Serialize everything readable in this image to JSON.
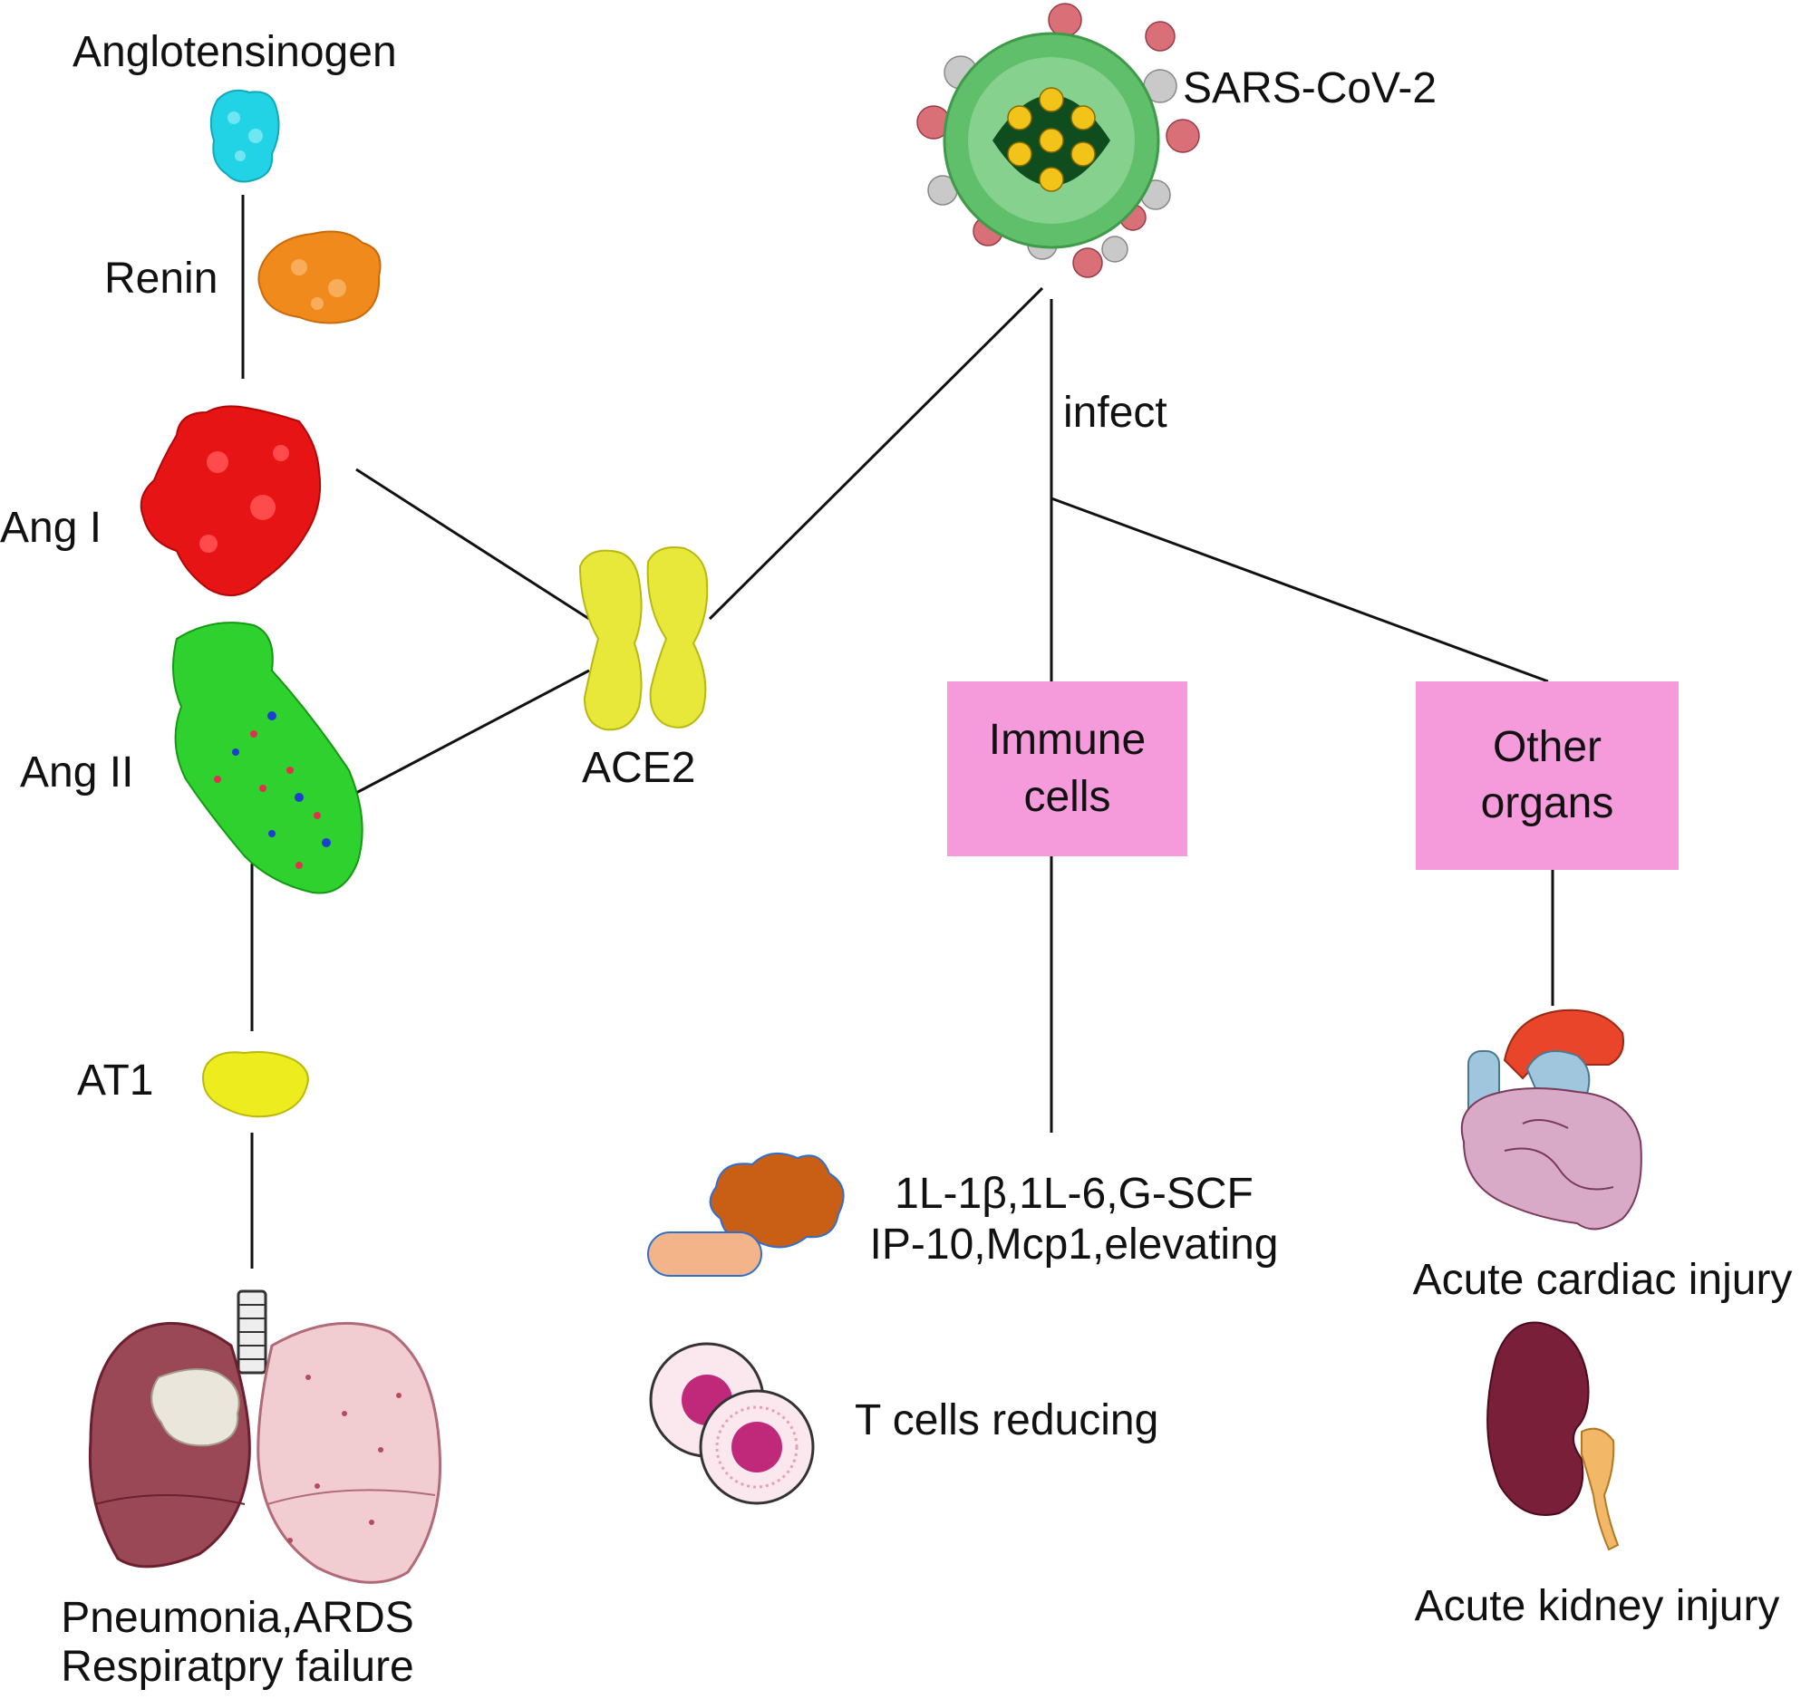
{
  "labels": {
    "angiotensinogen": "Anglotensinogen",
    "renin": "Renin",
    "ang1": "Ang I",
    "ang2": "Ang II",
    "ace2": "ACE2",
    "at1": "AT1",
    "lung_line1": "Pneumonia,ARDS",
    "lung_line2": "Respiratpry failure",
    "virus": "SARS-CoV-2",
    "infect": "infect",
    "immune_line1": "Immune",
    "immune_line2": "cells",
    "organs_line1": "Other",
    "organs_line2": "organs",
    "cytokine_line1": "1L-1β,1L-6,G-SCF",
    "cytokine_line2": "IP-10,Mcp1,elevating",
    "tcells": "T cells reducing",
    "cardiac": "Acute cardiac injury",
    "kidney": "Acute kidney injury"
  },
  "colors": {
    "angiotensinogen": "#22d3e6",
    "renin": "#f08a1c",
    "ang1": "#e61414",
    "ang2": "#2fd12f",
    "ace2": "#e8e83a",
    "at1": "#ecec1e",
    "box_fill": "#f59bdb",
    "virus_shell": "#5fbf6a",
    "virus_core": "#0f4d1f",
    "virus_particles": "#f2c41a",
    "lung_left": "#9b4856",
    "lung_right": "#f1cdd2",
    "kidney": "#7a1f3a",
    "heart": "#d9a9c8",
    "aorta": "#e8452b",
    "vessels": "#9fc6dc",
    "cytokine_cell": "#c95f14",
    "bacterium": "#f4b48a",
    "tcell_ring": "#f8d8e6",
    "tcell_core": "#c0287a"
  }
}
